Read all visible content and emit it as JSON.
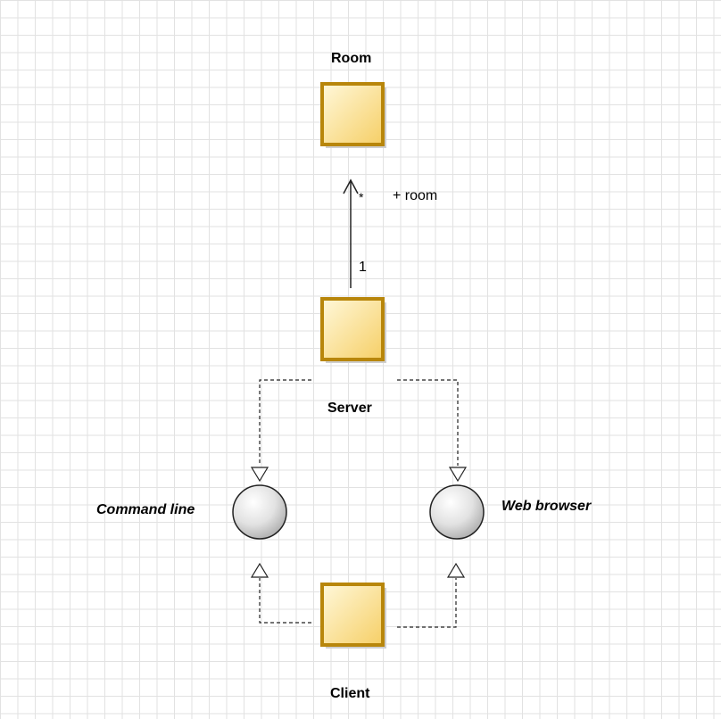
{
  "diagram": {
    "classes": {
      "room": {
        "label": "Room"
      },
      "server": {
        "label": "Server"
      },
      "client": {
        "label": "Client"
      }
    },
    "interfaces": {
      "command_line": {
        "label": "Command line"
      },
      "web_browser": {
        "label": "Web browser"
      }
    },
    "association": {
      "role": "+ room",
      "target_multiplicity": "*",
      "source_multiplicity": "1"
    },
    "colors": {
      "class_border": "#b8860b",
      "class_fill_light": "#fff6d0",
      "class_fill_dark": "#f5cf6a",
      "interface_fill_light": "#ffffff",
      "interface_fill_dark": "#c8c8c8",
      "interface_border": "#222222",
      "line": "#222222"
    }
  }
}
